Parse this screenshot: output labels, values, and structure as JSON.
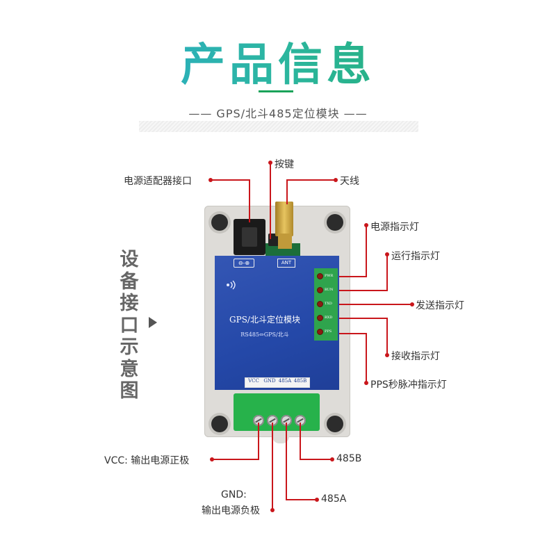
{
  "header": {
    "title": "产品信息",
    "subtitle": "—— GPS/北斗485定位模块 ——"
  },
  "side_label": "设备接口示意图",
  "device": {
    "panel_title": "GPS/北斗定位模块",
    "panel_subtitle": "RS485⇔GPS/北斗",
    "ant_label": "ANT",
    "ground_label": "⊖-⊕",
    "leds": [
      "PWR",
      "RUN",
      "TXD",
      "RXD",
      "PPS"
    ],
    "terminals": [
      "VCC",
      "GND",
      "485A",
      "485B"
    ]
  },
  "callouts": {
    "button": "按键",
    "power_adapter": "电源适配器接口",
    "antenna": "天线",
    "power_led": "电源指示灯",
    "run_led": "运行指示灯",
    "send_led": "发送指示灯",
    "recv_led": "接收指示灯",
    "pps_led": "PPS秒脉冲指示灯",
    "vcc": "VCC:  输出电源正极",
    "gnd_title": "GND:",
    "gnd_desc": "输出电源负极",
    "b485": "485B",
    "a485": "485A"
  },
  "colors": {
    "accent_red": "#c9161b",
    "panel_blue": "#2448a8",
    "terminal_green": "#27b24b",
    "title_gradient": [
      "#2aa7e0",
      "#1fa95a"
    ]
  }
}
